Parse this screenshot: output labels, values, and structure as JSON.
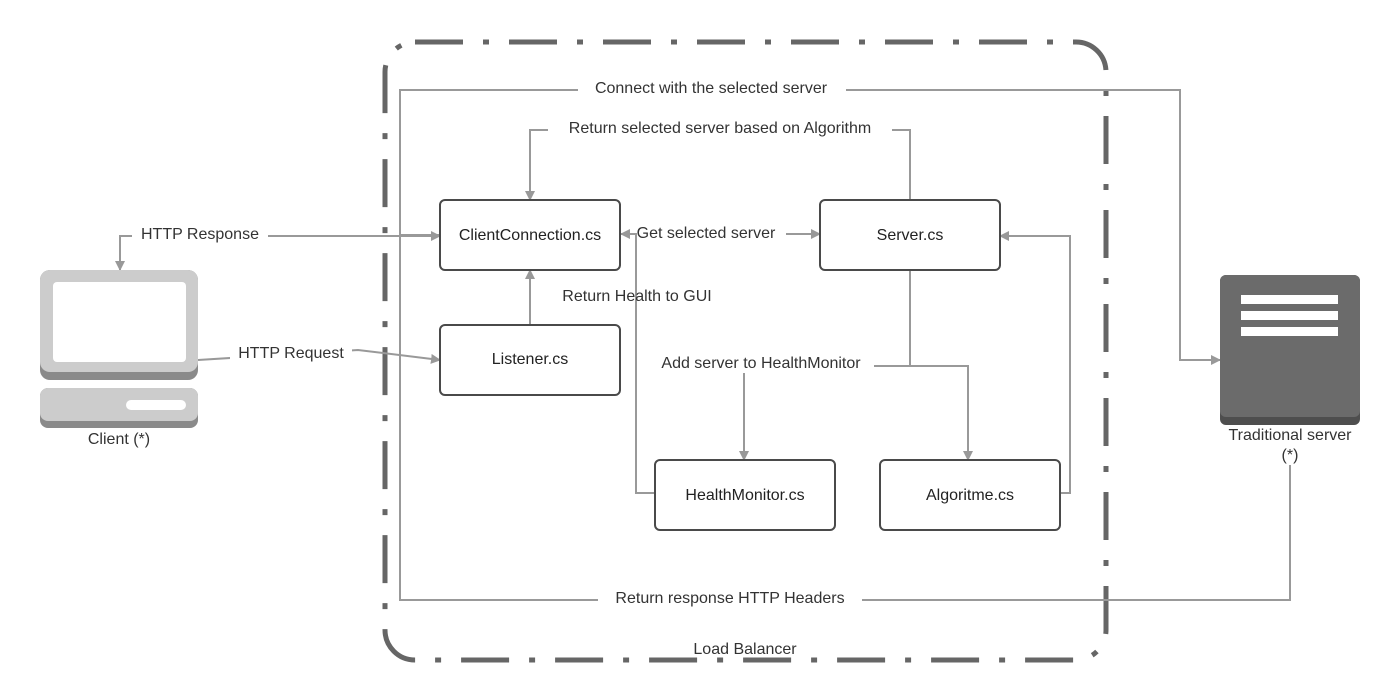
{
  "container": {
    "label": "Load Balancer"
  },
  "nodes": {
    "client_connection": "ClientConnection.cs",
    "server": "Server.cs",
    "listener": "Listener.cs",
    "health_monitor": "HealthMonitor.cs",
    "algoritme": "Algoritme.cs"
  },
  "actors": {
    "client": {
      "label": "Client (*)",
      "icon": "computer-icon"
    },
    "traditional_server": {
      "label_line1": "Traditional server",
      "label_line2": "(*)",
      "icon": "server-icon"
    }
  },
  "edges": {
    "connect_selected": "Connect with the selected server",
    "return_selected": "Return selected server based on Algorithm",
    "http_response": "HTTP Response",
    "get_selected": "Get selected server",
    "return_health": "Return Health to GUI",
    "http_request": "HTTP Request",
    "add_server": "Add server to HealthMonitor",
    "return_headers": "Return response HTTP Headers"
  },
  "colors": {
    "container_border": "#666666",
    "edge": "#999999",
    "box_border": "#4a4a4a",
    "computer_body": "#cccccc",
    "computer_shadow": "#8a8a8a",
    "server_body": "#6b6b6b"
  }
}
